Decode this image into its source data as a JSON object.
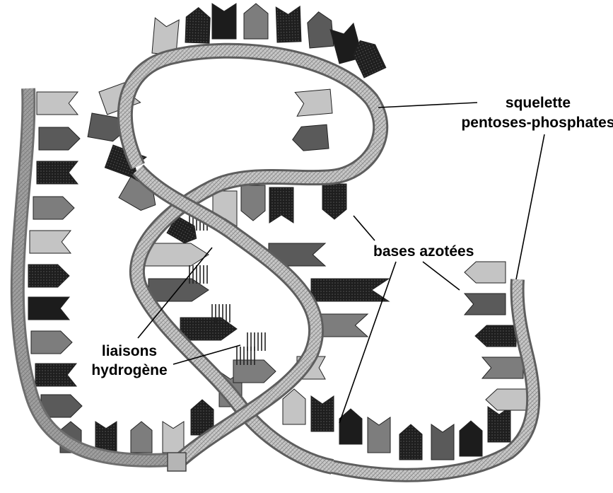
{
  "colors": {
    "backbone": "#b9b9b9",
    "backbone_dark": "#6e6e6e",
    "base_black": "#1c1c1c",
    "base_dark": "#5a5a5a",
    "base_mid": "#7d7d7d",
    "base_light": "#c4c4c4"
  },
  "labels": {
    "backbone_line1": "squelette",
    "backbone_line2": "pentoses-phosphates",
    "bases": "bases azotées",
    "hbonds_line1": "liaisons",
    "hbonds_line2": "hydrogène"
  }
}
